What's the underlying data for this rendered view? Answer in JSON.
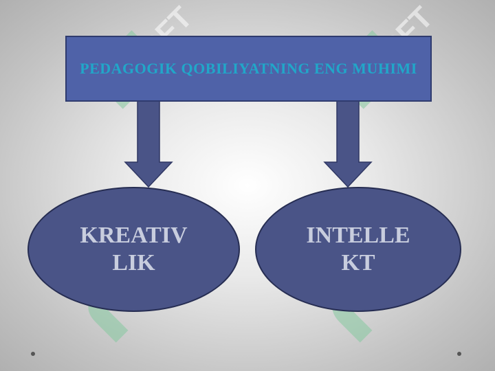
{
  "title": "PEDAGOGIK QOBILIYATNING ENG MUHIMI",
  "nodes": [
    {
      "label": "KREATIV\nLIK"
    },
    {
      "label": "INTELLE\nKT"
    }
  ],
  "colors": {
    "title_box": "#4f62a8",
    "title_text": "#21a7c9",
    "node_fill": "#4a5487",
    "node_text": "#c8cdde",
    "arrow": "#4a5487",
    "watermark": "#86c9a0"
  },
  "watermark_icon": "soft-logo-watermark"
}
